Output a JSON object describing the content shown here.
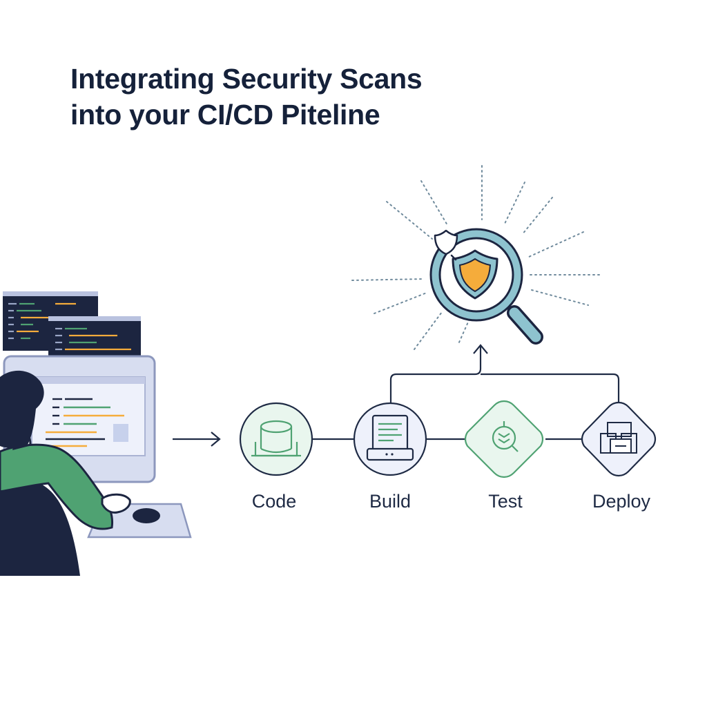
{
  "title": {
    "line1": "Integrating Security Scans",
    "line2": "into your CI/CD Piteline"
  },
  "pipeline": {
    "stages": [
      {
        "id": "code",
        "label": "Code",
        "icon": "database-icon",
        "shape": "circle"
      },
      {
        "id": "build",
        "label": "Build",
        "icon": "document-icon",
        "shape": "circle"
      },
      {
        "id": "test",
        "label": "Test",
        "icon": "test-scan-icon",
        "shape": "diamond"
      },
      {
        "id": "deploy",
        "label": "Deploy",
        "icon": "deploy-boxes-icon",
        "shape": "diamond"
      }
    ]
  },
  "scanner": {
    "icon": "magnifier-shield-icon",
    "badge_icon": "small-shield-icon"
  },
  "illustration": {
    "subject": "developer-at-computer",
    "icons": [
      "code-window-icon",
      "monitor-icon",
      "keyboard-icon",
      "mouse-icon"
    ]
  },
  "colors": {
    "ink": "#15213a",
    "navy": "#1c2540",
    "green": "#4fa272",
    "green_light": "#e9f6ee",
    "teal": "#8ec3cf",
    "teal_dark": "#5e97a3",
    "orange": "#f5ac3b",
    "screen_bg": "#eef1fb",
    "dots": "#6f8a9c"
  }
}
